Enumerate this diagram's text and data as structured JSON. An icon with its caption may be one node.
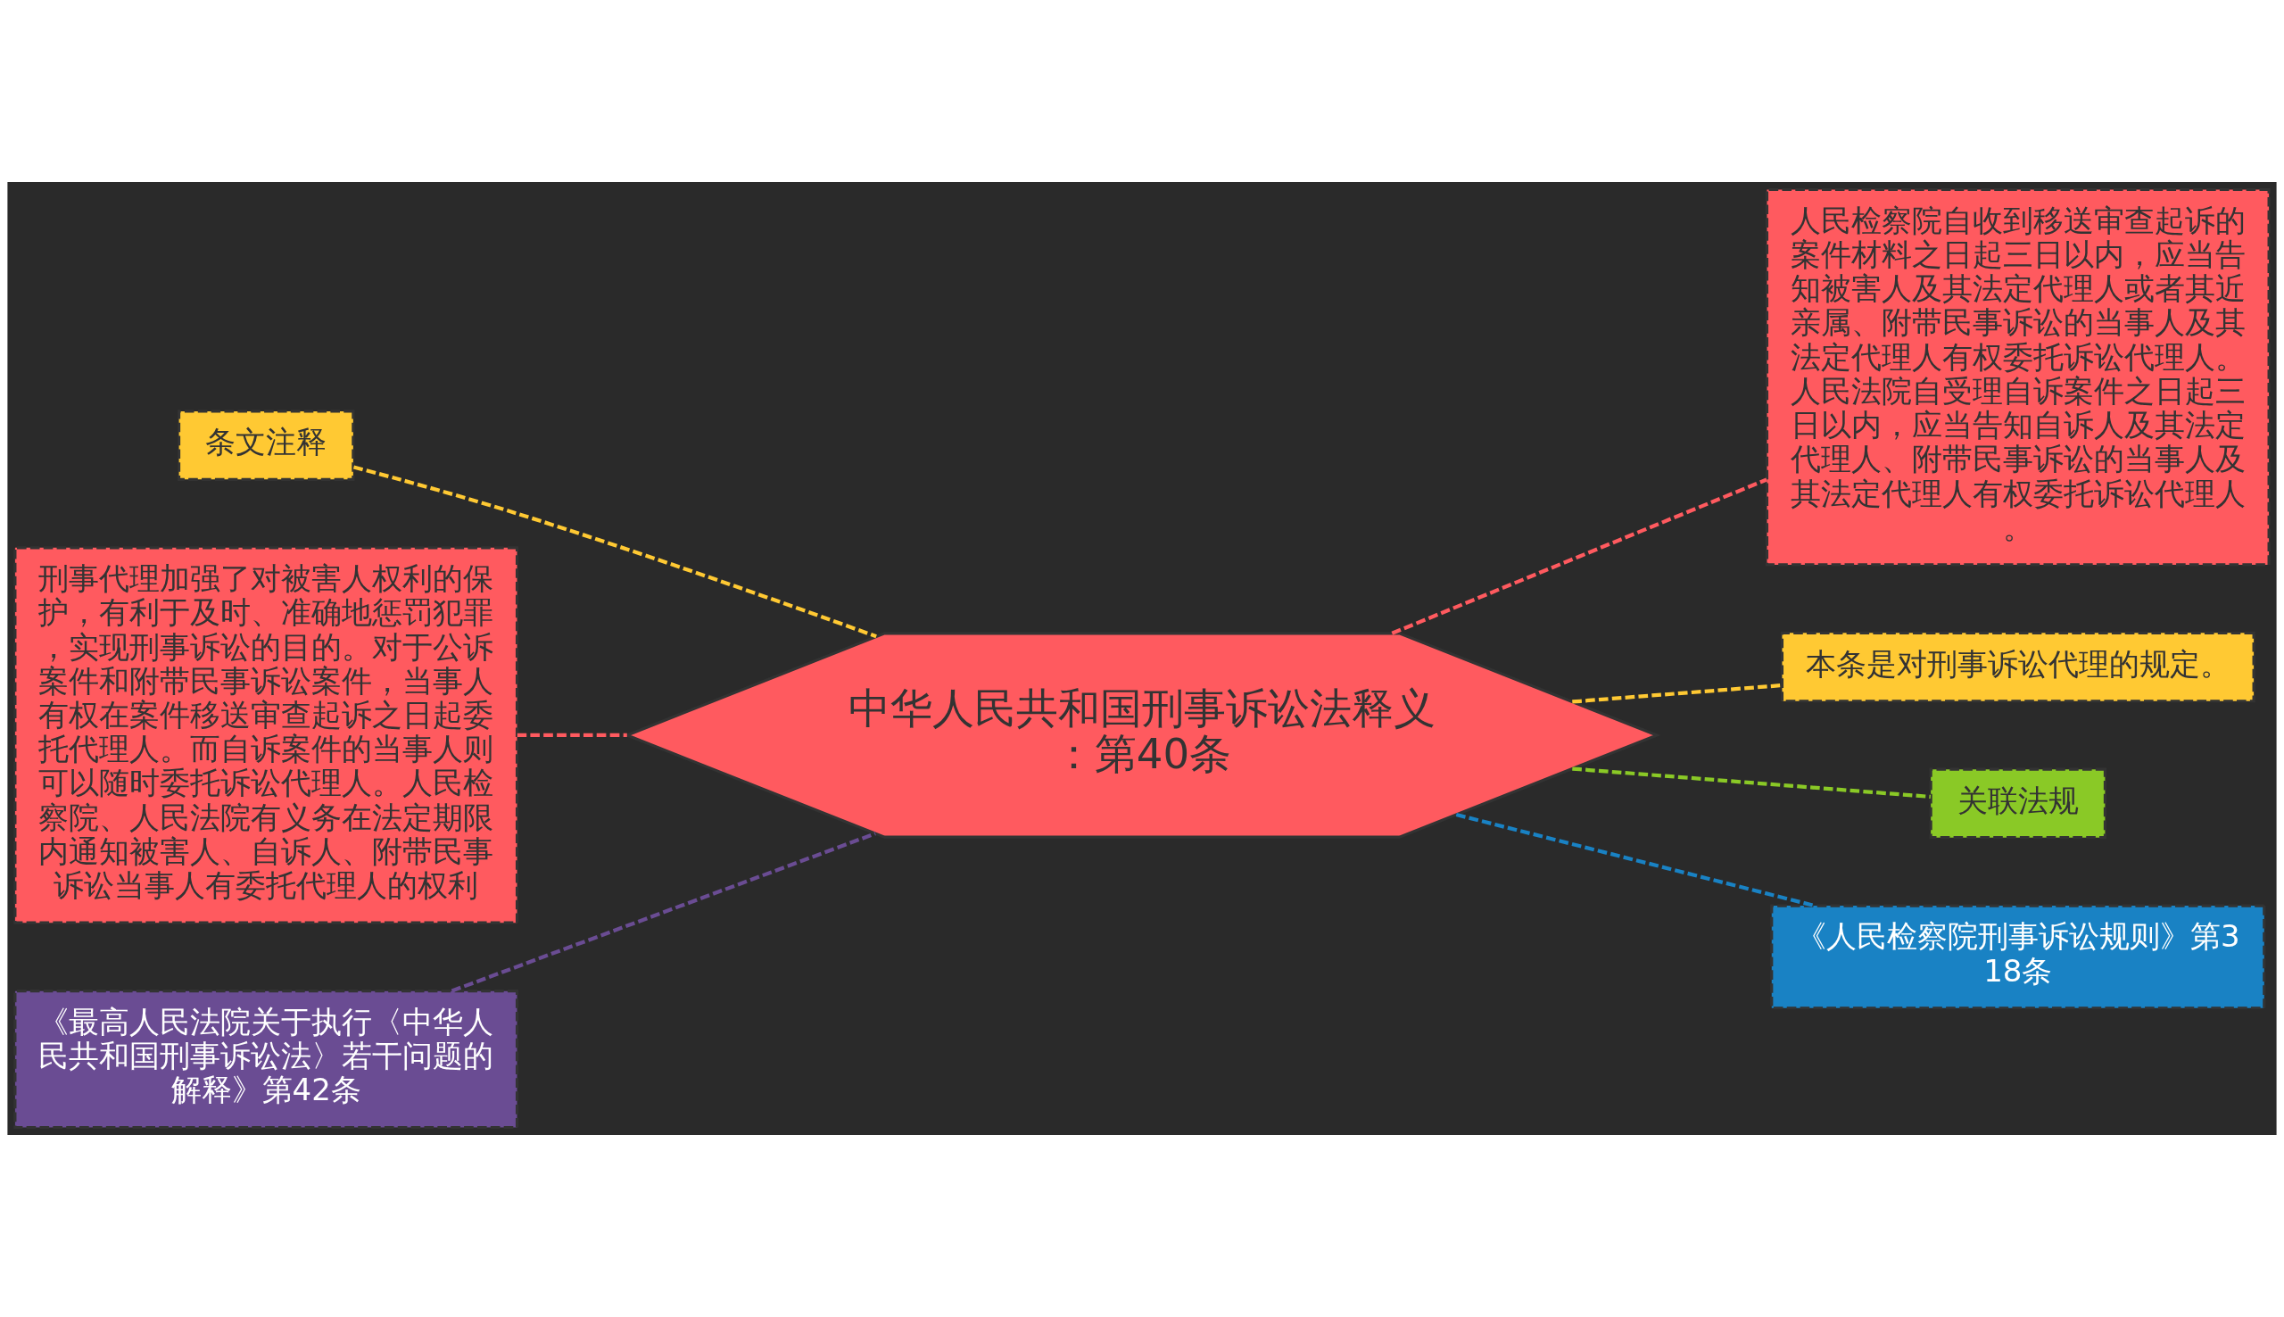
{
  "diagram": {
    "nodes": [
      {
        "text": [
          "中华人民共和国刑事诉讼法释义：第40条"
        ]
      },
      {
        "text": [
          "条文注释"
        ]
      },
      {
        "text": [
          "刑事代理加强了对被害人权利的保护，有利于及时、准确地惩罚犯罪，实现刑事诉讼的目的。对于公诉案件和附带民事诉讼案件，当事人有权在案件移送审查起诉之日起委托代理人。而自诉案件的当事人则可以随时委托诉讼代理人。人民检察院、人民法院有义务在法定期限内通知被害人、自诉人、附带民事诉讼当事人有委托代理人的权利"
        ]
      },
      {
        "text": [
          "《最高人民法院关于执行〈中华人民共和国刑事诉讼法〉若干问题的解释》第42条"
        ]
      },
      {
        "text": [
          "人民检察院自收到移送审查起诉的案件材料之日起三日以内，应当告知被害人及其法定代理人或者其近亲属、附带民事诉讼的当事人及其法定代理人有权委托诉讼代理人。人民法院自受理自诉案件之日起三日以内，应当告知自诉人及其法定代理人、附带民事诉讼的当事人及其法定代理人有权委托诉讼代理人。"
        ]
      },
      {
        "text": [
          "本条是对刑事诉讼代理的规定。"
        ]
      },
      {
        "text": [
          "关联法规"
        ]
      },
      {
        "text": [
          "《人民检察院刑事诉讼规则》第318条"
        ]
      }
    ],
    "edges": [
      {
        "from": 0,
        "to": 1,
        "arrow": "none",
        "style": "dashed",
        "color": "#ffc933"
      },
      {
        "from": 0,
        "to": 2,
        "arrow": "none",
        "style": "dashed",
        "color": "#ff5a5f"
      },
      {
        "from": 0,
        "to": 3,
        "arrow": "none",
        "style": "dashed",
        "color": "#6a4c93"
      },
      {
        "from": 0,
        "to": 4,
        "arrow": "none",
        "style": "dashed",
        "color": "#ff5a5f"
      },
      {
        "from": 0,
        "to": 5,
        "arrow": "none",
        "style": "dashed",
        "color": "#ffc933"
      },
      {
        "from": 0,
        "to": 6,
        "arrow": "none",
        "style": "dashed",
        "color": "#8ac926"
      },
      {
        "from": 0,
        "to": 7,
        "arrow": "none",
        "style": "dashed",
        "color": "#1982c4"
      }
    ]
  }
}
